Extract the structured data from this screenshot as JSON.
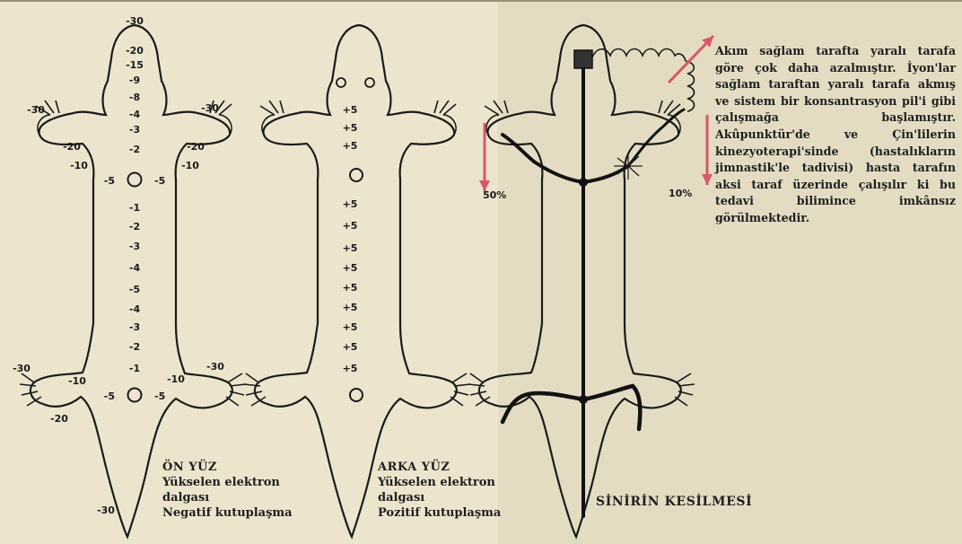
{
  "front": {
    "spine_labels": [
      "-30",
      "-20",
      "-15",
      "-9",
      "-8",
      "-4",
      "-3",
      "-2",
      "-1",
      "-2",
      "-3",
      "-4",
      "-5",
      "-4",
      "-3",
      "-2",
      "-1"
    ],
    "center_top": [
      "-5",
      "-5"
    ],
    "center_bottom": [
      "-5",
      "-5"
    ],
    "limb_labels": [
      "-30",
      "-20",
      "-10",
      "-30",
      "-20",
      "-10",
      "-30",
      "-10",
      "-20",
      "-30",
      "-10",
      "-30"
    ],
    "caption": {
      "title": "ÖN YÜZ",
      "line1": "Yükselen elektron",
      "line2": "dalgası",
      "line3": "Negatif kutuplaşma"
    }
  },
  "back": {
    "spine_labels": [
      "+5",
      "+5",
      "+5",
      "+5",
      "+5",
      "+5",
      "+5",
      "+5",
      "+5",
      "+5",
      "+5",
      "+5"
    ],
    "caption": {
      "title": "ARKA YÜZ",
      "line1": "Yükselen elektron",
      "line2": "dalgası",
      "line3": "Pozitif kutuplaşma"
    }
  },
  "nerve": {
    "left_value": "50%",
    "right_value": "10%",
    "caption": "SİNİRİN KESİLMESİ",
    "arrow_color": "#d9566a"
  },
  "description": "Akım sağlam tarafta yaralı tarafa göre çok daha azalmıştır. İyon'lar sağlam taraftan yaralı tarafa akmış ve sistem bir konsantrasyon pil'i gibi çalışmağa başlamıştır. Akûpunktür'de ve Çin'lilerin kinezyoterapi'sinde (hastalıkların jimnastik'le tadivisi) hasta tarafın aksi taraf üzerinde çalışılır ki bu tedavi bilimince imkânsız görülmektedir."
}
